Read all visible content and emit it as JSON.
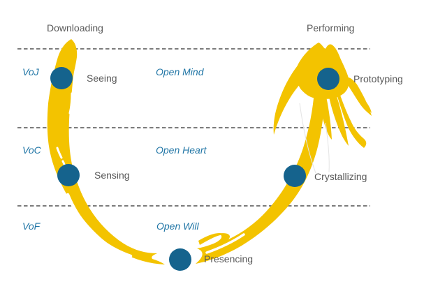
{
  "diagram_type": "theory-u-process",
  "colors": {
    "brush_yellow": "#F3C300",
    "node_blue": "#15638D",
    "label_gray": "#595959",
    "level_blue": "#2176A6",
    "dash_color": "#2F2F2F",
    "bg": "#FFFFFF"
  },
  "stages": [
    {
      "id": "downloading",
      "label": "Downloading",
      "has_node": false
    },
    {
      "id": "seeing",
      "label": "Seeing",
      "has_node": true
    },
    {
      "id": "sensing",
      "label": "Sensing",
      "has_node": true
    },
    {
      "id": "presencing",
      "label": "Presencing",
      "has_node": true
    },
    {
      "id": "crystallizing",
      "label": "Crystallizing",
      "has_node": true
    },
    {
      "id": "prototyping",
      "label": "Prototyping",
      "has_node": true
    },
    {
      "id": "performing",
      "label": "Performing",
      "has_node": false
    }
  ],
  "levels": [
    {
      "voice": "VoJ",
      "opening": "Open Mind"
    },
    {
      "voice": "VoC",
      "opening": "Open Heart"
    },
    {
      "voice": "VoF",
      "opening": "Open Will"
    }
  ]
}
